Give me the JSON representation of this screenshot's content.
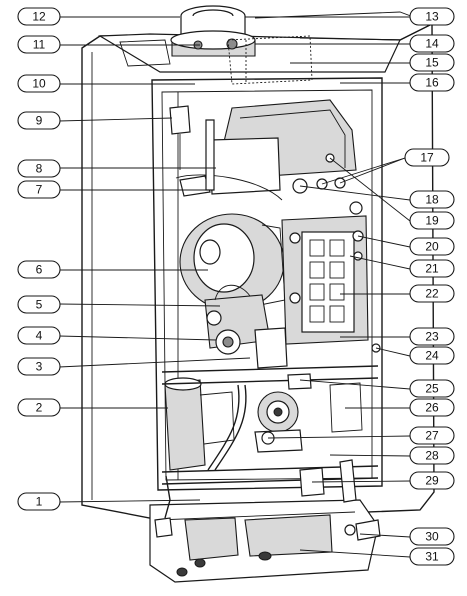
{
  "callouts": {
    "c1": "1",
    "c2": "2",
    "c3": "3",
    "c4": "4",
    "c5": "5",
    "c6": "6",
    "c7": "7",
    "c8": "8",
    "c9": "9",
    "c10": "10",
    "c11": "11",
    "c12": "12",
    "c13": "13",
    "c14": "14",
    "c15": "15",
    "c16": "16",
    "c17": "17",
    "c18": "18",
    "c19": "19",
    "c20": "20",
    "c21": "21",
    "c22": "22",
    "c23": "23",
    "c24": "24",
    "c25": "25",
    "c26": "26",
    "c27": "27",
    "c28": "28",
    "c29": "29",
    "c30": "30",
    "c31": "31"
  }
}
